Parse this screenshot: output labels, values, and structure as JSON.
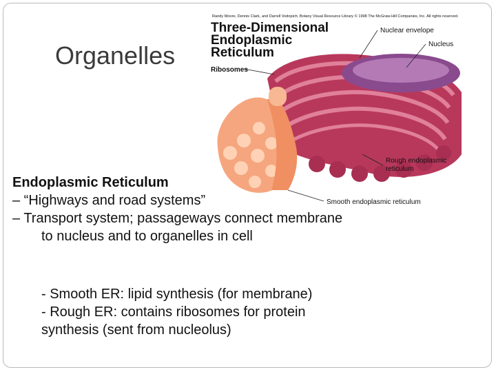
{
  "slide": {
    "title": "Organelles",
    "body": {
      "heading": "Endoplasmic Reticulum",
      "line1": "– “Highways and road systems”",
      "line2": "– Transport system; passageways connect membrane",
      "line3": "to nucleus and to organelles in cell",
      "bullet1": "- Smooth ER: lipid synthesis (for membrane)",
      "bullet2": "- Rough ER: contains ribosomes for protein",
      "bullet3": "synthesis (sent from nucleolus)"
    }
  },
  "figure": {
    "copyright": "Randy Moore, Dennis Clark, and Darrell Vodopich, Botany Visual Resource Library © 1998 The McGraw-Hill Companies, Inc. All rights reserved.",
    "title_line1": "Three-Dimensional",
    "title_line2": "Endoplasmic",
    "title_line3": "Reticulum",
    "label_ribosomes": "Ribosomes",
    "label_nuclear_envelope": "Nuclear envelope",
    "label_nucleus": "Nucleus",
    "label_rough_er_1": "Rough endoplasmic",
    "label_rough_er_2": "reticulum",
    "label_smooth_er": "Smooth endoplasmic reticulum",
    "colors": {
      "rough_er": "#b8385c",
      "rough_er_light": "#e0809a",
      "nucleus": "#8a4a8e",
      "smooth_er": "#f5a67e",
      "smooth_er_light": "#ffd2b5"
    }
  }
}
